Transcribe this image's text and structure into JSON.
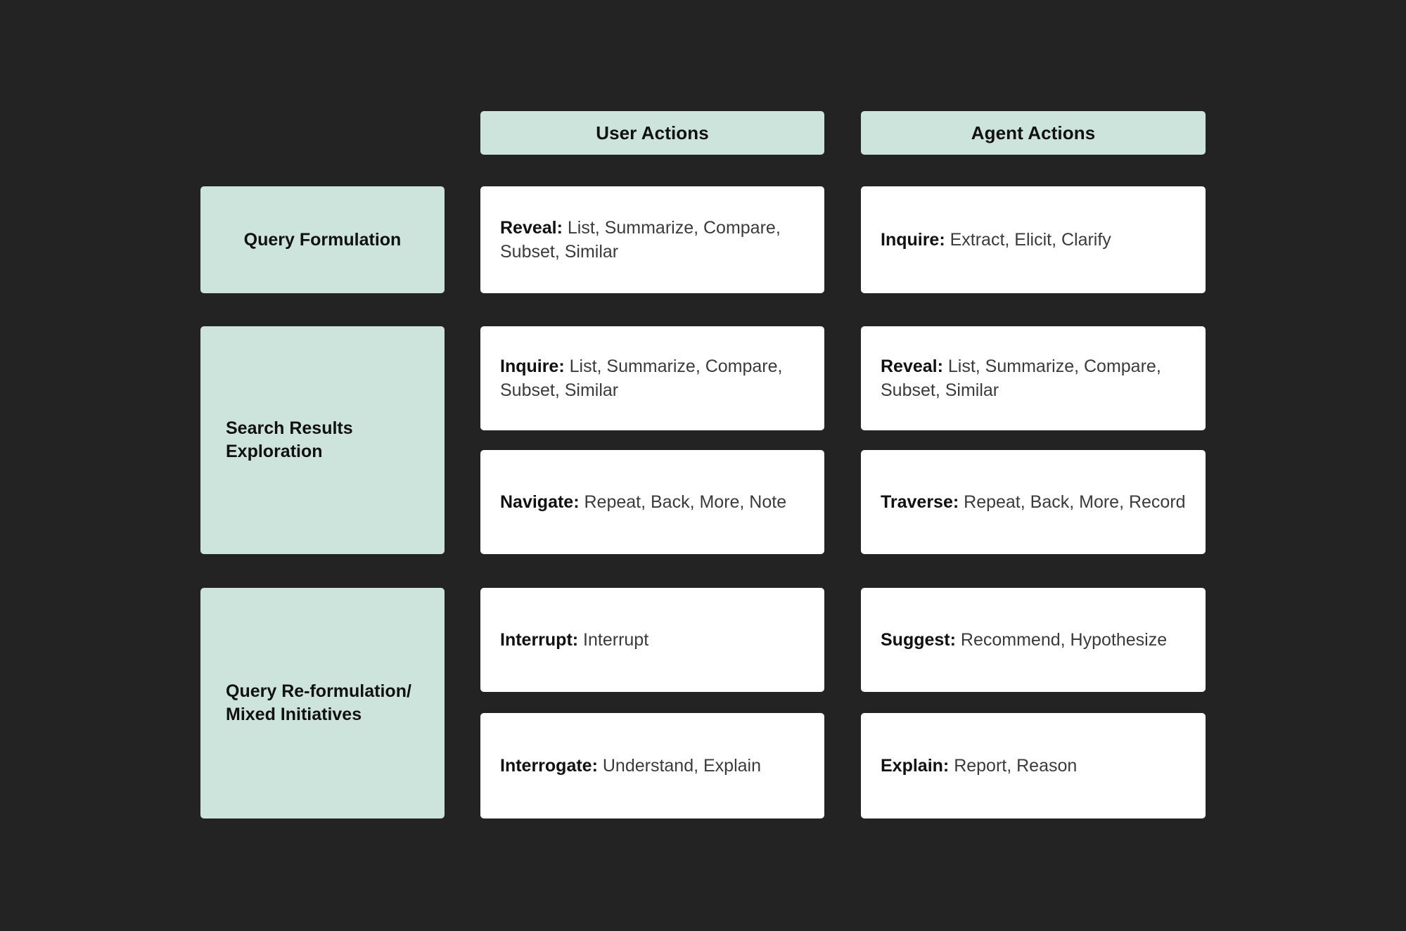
{
  "theme": {
    "background": "#232323",
    "accent": "#cde4dc",
    "card_background": "#ffffff",
    "text_dark": "#111111",
    "text_body": "#3b3b3b"
  },
  "columns": {
    "user_header": "User Actions",
    "agent_header": "Agent Actions"
  },
  "rows": [
    {
      "label": "Query Formulation",
      "user": [
        {
          "label": "Reveal:",
          "values": "List, Summarize, Compare, Subset, Similar"
        }
      ],
      "agent": [
        {
          "label": "Inquire:",
          "values": "Extract, Elicit, Clarify"
        }
      ]
    },
    {
      "label": "Search Results Exploration",
      "label_line1": "Search Results",
      "label_line2": "Exploration",
      "user": [
        {
          "label": "Inquire:",
          "values": "List, Summarize, Compare, Subset, Similar"
        },
        {
          "label": "Navigate:",
          "values": "Repeat, Back, More, Note"
        }
      ],
      "agent": [
        {
          "label": "Reveal:",
          "values": "List, Summarize, Compare, Subset, Similar"
        },
        {
          "label": "Traverse:",
          "values": "Repeat, Back, More, Record"
        }
      ]
    },
    {
      "label": "Query Re-formulation/ Mixed Initiatives",
      "label_line1": "Query Re-formulation/",
      "label_line2": "Mixed Initiatives",
      "user": [
        {
          "label": "Interrupt:",
          "values": "Interrupt"
        },
        {
          "label": "Interrogate:",
          "values": "Understand, Explain"
        }
      ],
      "agent": [
        {
          "label": "Suggest:",
          "values": "Recommend, Hypothesize"
        },
        {
          "label": "Explain:",
          "values": "Report, Reason"
        }
      ]
    }
  ]
}
